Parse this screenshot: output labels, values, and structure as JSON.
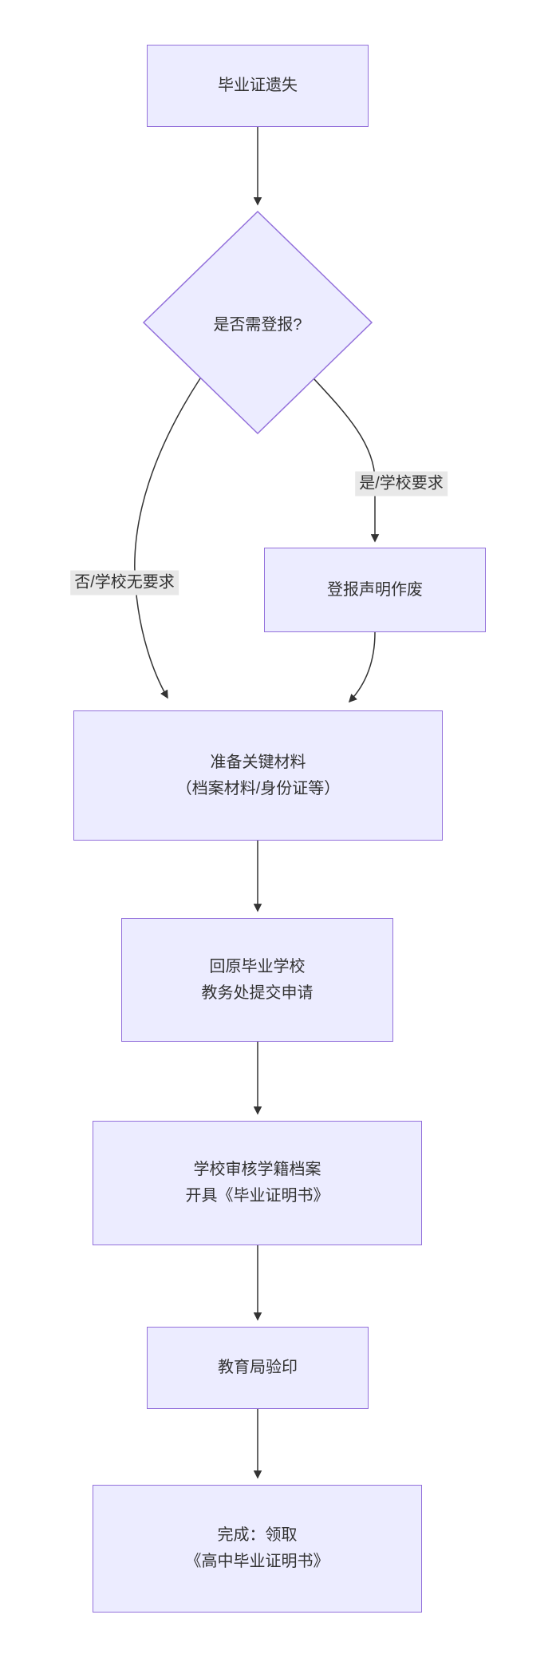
{
  "flowchart": {
    "type": "flowchart",
    "direction": "top-down",
    "nodes": {
      "start": {
        "shape": "rect",
        "label": "毕业证遗失"
      },
      "decision": {
        "shape": "diamond",
        "label": "是否需登报?"
      },
      "publish": {
        "shape": "rect",
        "label": "登报声明作废"
      },
      "prepare": {
        "shape": "rect",
        "line1": "准备关键材料",
        "line2": "（档案材料/身份证等）"
      },
      "apply": {
        "shape": "rect",
        "line1": "回原毕业学校",
        "line2": "教务处提交申请"
      },
      "review": {
        "shape": "rect",
        "line1": "学校审核学籍档案",
        "line2": "开具《毕业证明书》"
      },
      "stamp": {
        "shape": "rect",
        "label": "教育局验印"
      },
      "done": {
        "shape": "rect",
        "line1": "完成：领取",
        "line2": "《高中毕业证明书》"
      }
    },
    "edges": [
      {
        "from": "start",
        "to": "decision",
        "label": ""
      },
      {
        "from": "decision",
        "to": "publish",
        "label": "是/学校要求"
      },
      {
        "from": "decision",
        "to": "prepare",
        "label": "否/学校无要求"
      },
      {
        "from": "publish",
        "to": "prepare",
        "label": ""
      },
      {
        "from": "prepare",
        "to": "apply",
        "label": ""
      },
      {
        "from": "apply",
        "to": "review",
        "label": ""
      },
      {
        "from": "review",
        "to": "stamp",
        "label": ""
      },
      {
        "from": "stamp",
        "to": "done",
        "label": ""
      }
    ],
    "colors": {
      "node_fill": "#ECECFF",
      "node_border": "#9370DB",
      "edge": "#333333",
      "label_bg": "#e8e8e8",
      "text": "#333333"
    }
  }
}
